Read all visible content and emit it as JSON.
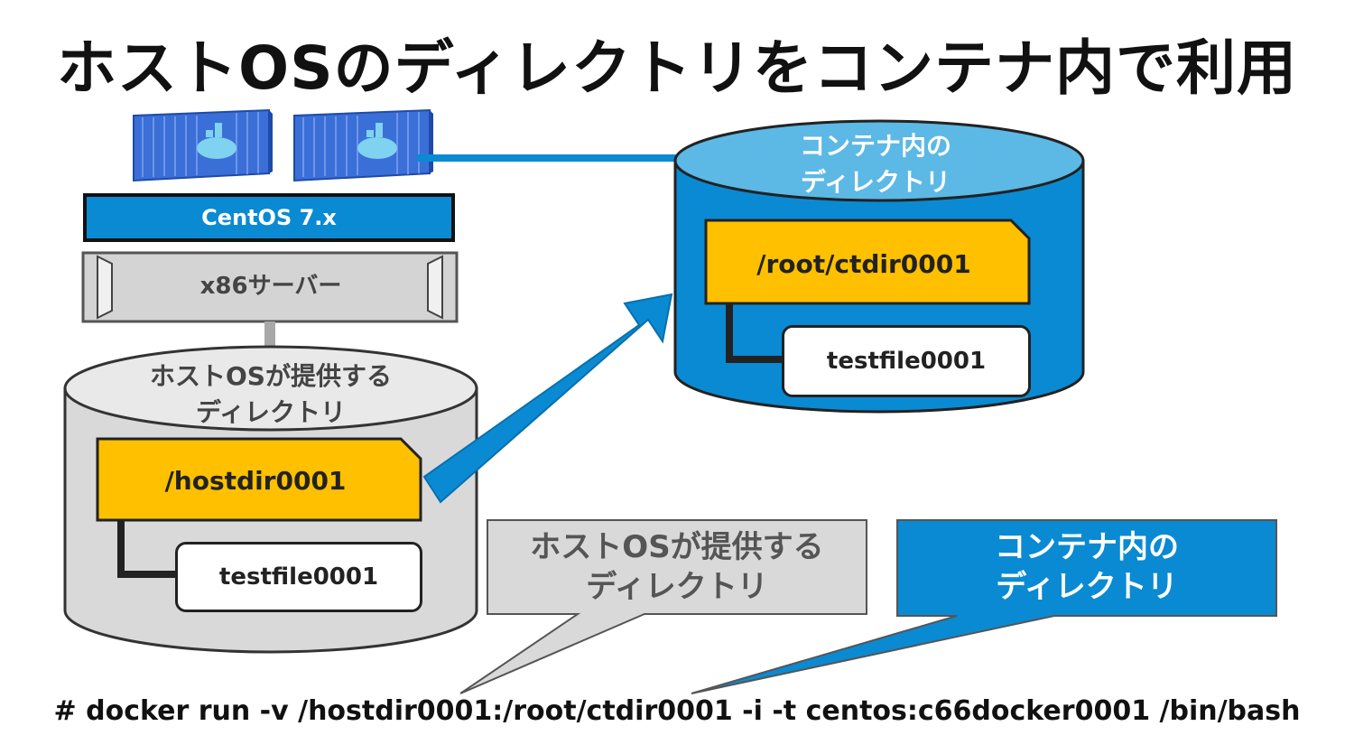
{
  "title": "ホストOSのディレクトリをコンテナ内で利用",
  "os_label": "CentOS 7.x",
  "server_label": "x86サーバー",
  "host_disk": {
    "title_line1": "ホストOSが提供する",
    "title_line2": "ディレクトリ",
    "folder": "/hostdir0001",
    "file": "testfile0001"
  },
  "container_disk": {
    "title_line1": "コンテナ内の",
    "title_line2": "ディレクトリ",
    "folder": "/root/ctdir0001",
    "file": "testfile0001"
  },
  "callout_host": {
    "line1": "ホストOSが提供する",
    "line2": "ディレクトリ"
  },
  "callout_container": {
    "line1": "コンテナ内の",
    "line2": "ディレクトリ"
  },
  "command": "# docker run -v /hostdir0001:/root/ctdir0001 -i -t centos:c66docker0001 /bin/bash",
  "colors": {
    "accent_blue": "#0a8ad2",
    "light_blue": "#5cb8e4",
    "folder_yellow": "#ffc000",
    "disk_gray": "#d9d9d9",
    "container_blue": "#3a6fd8"
  }
}
